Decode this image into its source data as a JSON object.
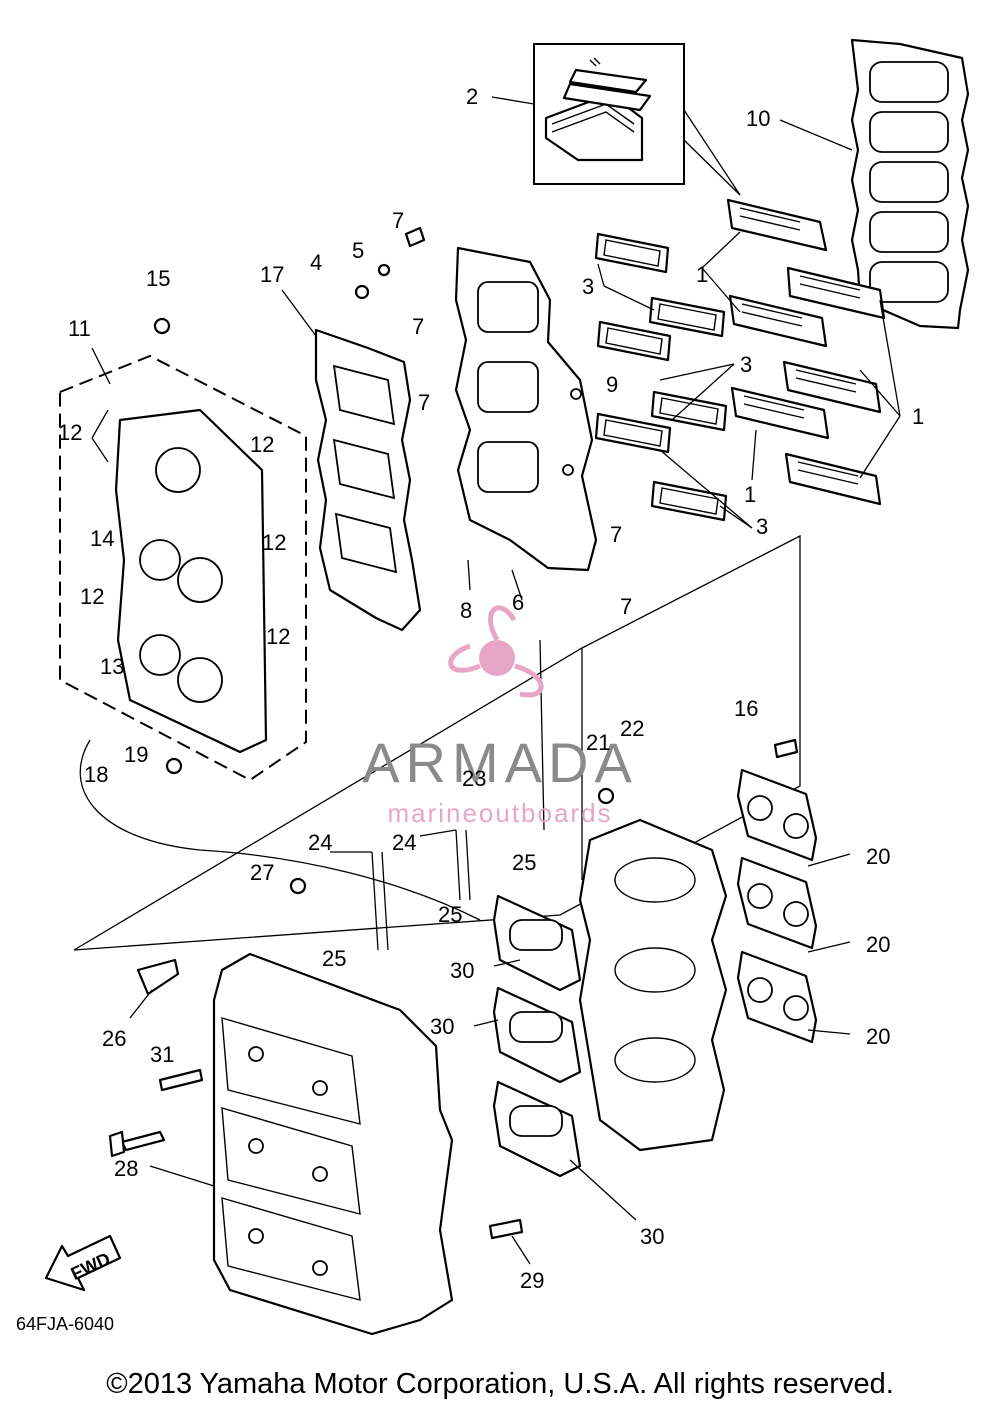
{
  "diagram_code": "64FJA-6040",
  "direction_tag": "FWD",
  "copyright": "©2013 Yamaha Motor Corporation, U.S.A. All rights reserved.",
  "watermark": {
    "name": "ARMADA",
    "tagline": "marineoutboards",
    "accent": "#e8a6c6",
    "text_color": "#8a8a8a"
  },
  "callouts": {
    "c1a": "1",
    "c1b": "1",
    "c1c": "1",
    "c2": "2",
    "c3a": "3",
    "c3b": "3",
    "c3c": "3",
    "c4": "4",
    "c5": "5",
    "c6": "6",
    "c7a": "7",
    "c7b": "7",
    "c7c": "7",
    "c7d": "7",
    "c7e": "7",
    "c8": "8",
    "c9": "9",
    "c10": "10",
    "c11": "11",
    "c12a": "12",
    "c12b": "12",
    "c12c": "12",
    "c12d": "12",
    "c12e": "12",
    "c13": "13",
    "c14": "14",
    "c15": "15",
    "c16": "16",
    "c17": "17",
    "c18": "18",
    "c19": "19",
    "c20a": "20",
    "c20b": "20",
    "c20c": "20",
    "c21": "21",
    "c22": "22",
    "c23": "23",
    "c24a": "24",
    "c24b": "24",
    "c25a": "25",
    "c25b": "25",
    "c25c": "25",
    "c26": "26",
    "c27": "27",
    "c28": "28",
    "c29": "29",
    "c30a": "30",
    "c30b": "30",
    "c30c": "30",
    "c31": "31"
  }
}
